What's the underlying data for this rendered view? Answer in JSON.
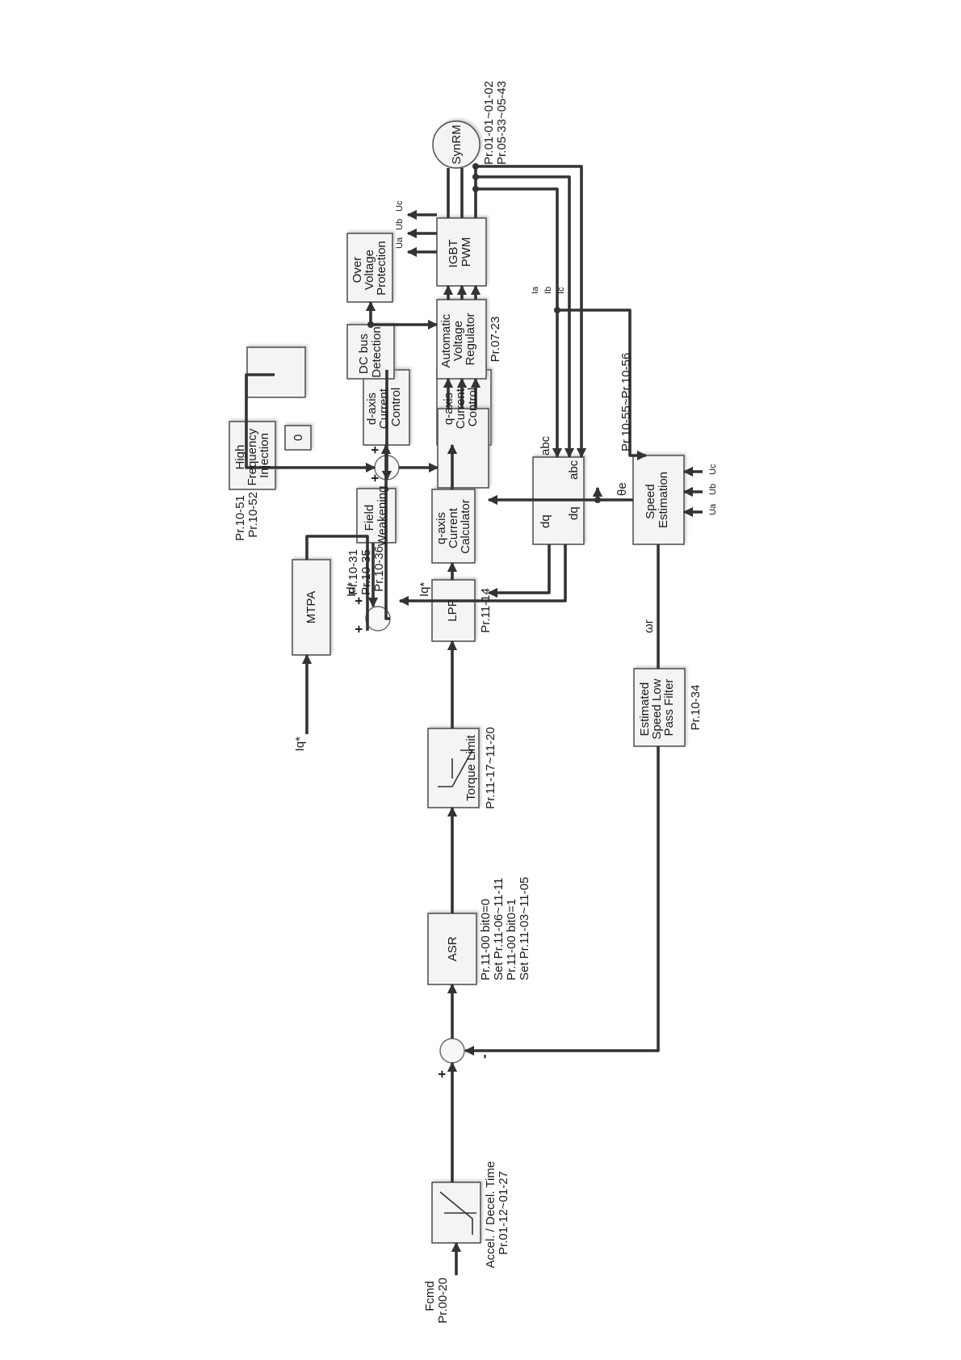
{
  "blocks": {
    "fcmd": [
      "Fcmd",
      "Pr.00-20"
    ],
    "accel": [
      "Accel. / Decel. Time",
      "Pr.01-12~01-27"
    ],
    "asr": "ASR",
    "asr_pr": [
      "Pr.11-00 bit0=0",
      "Set Pr.11-06~11-11",
      "Pr.11-00 bit0=1",
      "Set Pr.11-03~11-05"
    ],
    "torque_limit": "Torque Limit",
    "torque_pr": "Pr.11-17~11-20",
    "lpf": "LPF",
    "lpf_pr": "Pr.11-14",
    "q_calc": [
      "q-axis",
      "Current",
      "Calculator"
    ],
    "mtpa": "MTPA",
    "field_weak": [
      "Field",
      "Weakening"
    ],
    "field_pr": [
      "Pr.10-31",
      "Pr.10-35",
      "Pr.10-36"
    ],
    "iq_input": "Iq*",
    "hf_inject": [
      "High",
      "Frequency",
      "Injection"
    ],
    "hf_pr": [
      "Pr.10-51",
      "Pr.10-52"
    ],
    "zero": "0",
    "d_ctrl": [
      "d-axis",
      "Current",
      "Control"
    ],
    "q_ctrl": [
      "q-axis",
      "Current",
      "Control"
    ],
    "id_ref": "Id*",
    "iq_ref": "Iq*",
    "dq_abc": {
      "in": "dq",
      "out": "abc"
    },
    "abc_dq": {
      "in": "abc",
      "out": "dq"
    },
    "dc_bus": [
      "DC bus",
      "Detection"
    ],
    "avr": [
      "Automatic",
      "Voltage",
      "Regulator"
    ],
    "avr_pr": "Pr.07-23",
    "ovp": [
      "Over",
      "Voltage",
      "Protection"
    ],
    "igbt": [
      "IGBT",
      "PWM"
    ],
    "motor": "SynRM",
    "motor_pr": [
      "Pr.01-01~01-02",
      "Pr.05-33~05-43"
    ],
    "speed_est": [
      "Speed",
      "Estimation"
    ],
    "speed_pr": "Pr.10-55~Pr.10-56",
    "theta": "θe",
    "omega": "ωr",
    "filter": [
      "Estimated",
      "Speed Low",
      "Pass Filter"
    ],
    "filter_pr": "Pr.10-34",
    "currents": [
      "Ia",
      "Ib",
      "Ic"
    ],
    "outputs": [
      "Ua",
      "Ub",
      "Uc"
    ],
    "plus": "+",
    "minus": "-"
  }
}
